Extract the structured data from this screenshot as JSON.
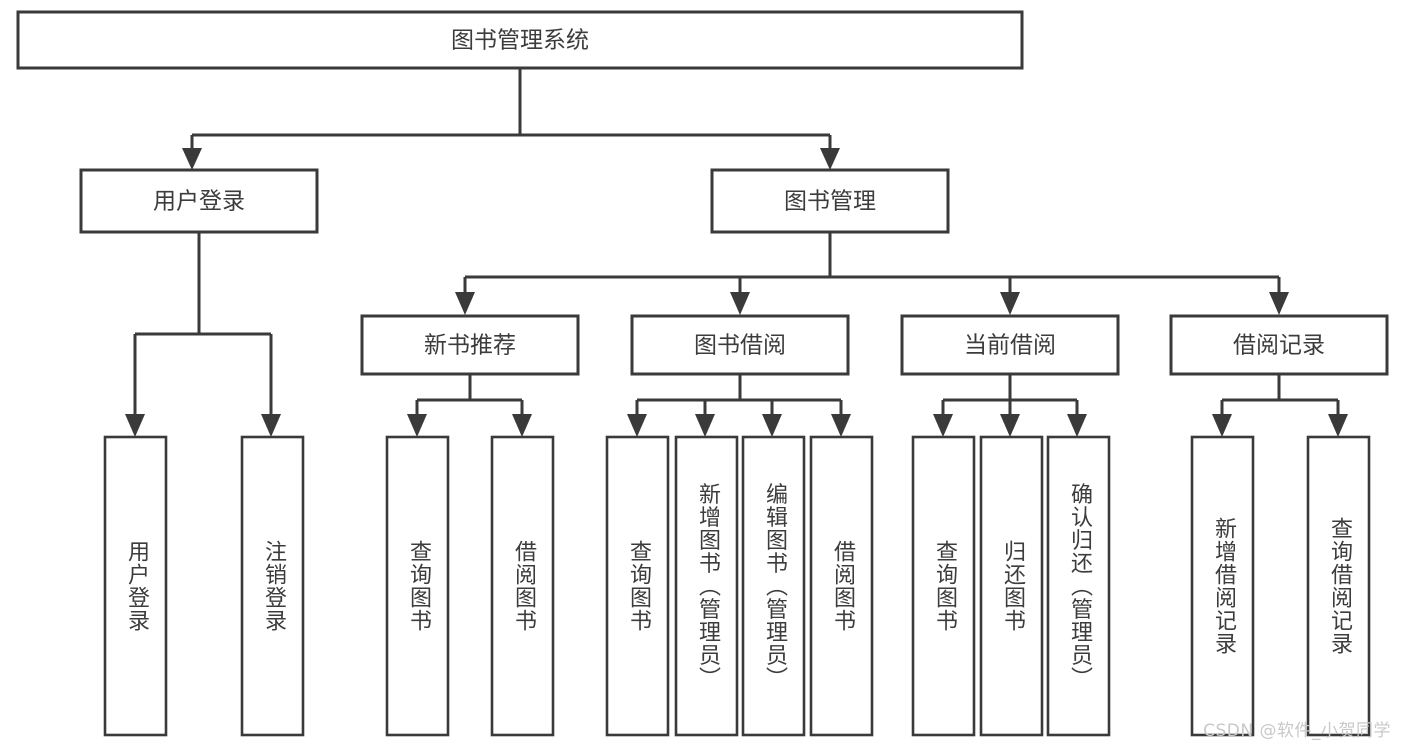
{
  "diagram": {
    "type": "tree",
    "title": "图书管理系统",
    "watermark": "CSDN @软件_小贺同学",
    "colors": {
      "stroke": "#3a3a3a",
      "text": "#3c3c3c",
      "background": "#ffffff",
      "watermark": "#c9c9c9"
    },
    "root": {
      "label": "图书管理系统"
    },
    "level2": [
      {
        "label": "用户登录"
      },
      {
        "label": "图书管理"
      }
    ],
    "level3": [
      {
        "label": "新书推荐"
      },
      {
        "label": "图书借阅"
      },
      {
        "label": "当前借阅"
      },
      {
        "label": "借阅记录"
      }
    ],
    "leaves": {
      "user_login": [
        {
          "label": "用户登录"
        },
        {
          "label": "注销登录"
        }
      ],
      "new_book": [
        {
          "label": "查询图书"
        },
        {
          "label": "借阅图书"
        }
      ],
      "borrow_book": [
        {
          "label": "查询图书"
        },
        {
          "label": "新增图书（管理员）"
        },
        {
          "label": "编辑图书（管理员）"
        },
        {
          "label": "借阅图书"
        }
      ],
      "current_borrow": [
        {
          "label": "查询图书"
        },
        {
          "label": "归还图书"
        },
        {
          "label": "确认归还（管理员）"
        }
      ],
      "borrow_record": [
        {
          "label": "新增借阅记录"
        },
        {
          "label": "查询借阅记录"
        }
      ]
    }
  }
}
